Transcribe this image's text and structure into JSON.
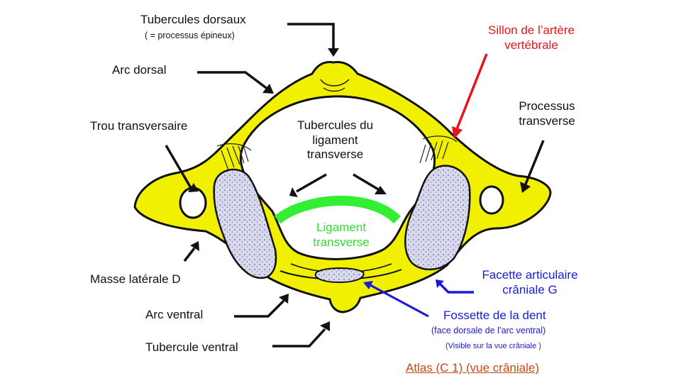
{
  "labels": {
    "tubercules_dorsaux": "Tubercules dorsaux",
    "processus_epineux": "( = processus épineux)",
    "arc_dorsal": "Arc dorsal",
    "sillon_line1": "Sillon de l’artère",
    "sillon_line2": "vertébrale",
    "trou_transversaire": "Trou transversaire",
    "processus_line1": "Processus",
    "processus_line2": "transverse",
    "tub_lig_line1": "Tubercules du",
    "tub_lig_line2": "ligament",
    "tub_lig_line3": "transverse",
    "ligament_line1": "Ligament",
    "ligament_line2": "transverse",
    "masse_laterale": "Masse latérale D",
    "facette_line1": "Facette articulaire",
    "facette_line2": "crâniale G",
    "arc_ventral": "Arc ventral",
    "fossette": "Fossette de la dent",
    "fossette_sub1": "(face dorsale de l’arc ventral)",
    "fossette_sub2": "(Visible sur la vue crâniale )",
    "tubercule_ventral": "Tubercule ventral",
    "title": "Atlas (C 1)  (vue crâniale)"
  },
  "colors": {
    "bone": "#f0f000",
    "facet": "#d8d8f0",
    "ligament": "#33ee33",
    "red_label": "#e8141a",
    "blue_label": "#1a1ad8",
    "title": "#c8491a"
  }
}
